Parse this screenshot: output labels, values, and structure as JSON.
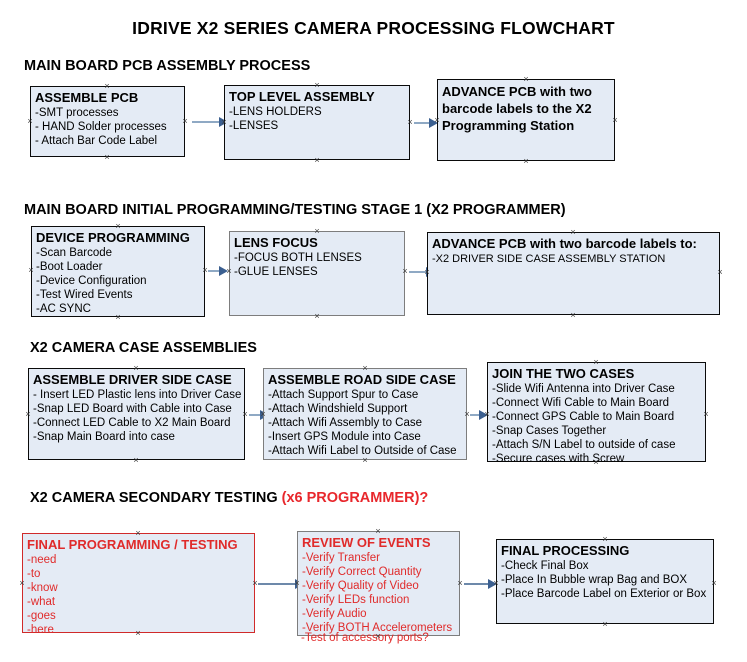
{
  "document": {
    "title": "IDRIVE X2  SERIES CAMERA PROCESSING FLOWCHART"
  },
  "colors": {
    "box_fill": "#e4ebf5",
    "border_dark": "#0a0a0a",
    "border_gray": "#7d7d7d",
    "border_red": "#d02a2a",
    "accent_red": "#e02b2b",
    "arrow": "#8fa9c4",
    "arrow_head": "#3b5f90",
    "text": "#000000",
    "background": "#ffffff"
  },
  "sections": [
    {
      "id": "main-board-pcb-assembly-process",
      "header": "MAIN BOARD PCB ASSEMBLY PROCESS",
      "header_accent": "",
      "nodes": [
        {
          "id": "assemble-pcb",
          "title": "ASSEMBLE PCB",
          "lines": [
            "-SMT processes",
            "- HAND Solder processes",
            "- Attach Bar Code Label"
          ]
        },
        {
          "id": "top-level-assembly",
          "title": "TOP LEVEL ASSEMBLY",
          "lines": [
            "-LENS HOLDERS",
            "-LENSES"
          ]
        },
        {
          "id": "advance-pcb-to-x2-programming-station",
          "title": "ADVANCE PCB with two barcode labels to the  X2 Programming Station",
          "lines": []
        }
      ]
    },
    {
      "id": "main-board-initial-programming-testing-stage-1",
      "header": "MAIN BOARD INITIAL PROGRAMMING/TESTING STAGE 1 (X2 PROGRAMMER)",
      "header_accent": "",
      "nodes": [
        {
          "id": "device-programming",
          "title": "DEVICE PROGRAMMING",
          "lines": [
            "-Scan Barcode",
            "-Boot Loader",
            "-Device Configuration",
            "-Test Wired Events",
            "-AC SYNC"
          ]
        },
        {
          "id": "lens-focus",
          "title": "LENS FOCUS",
          "lines": [
            "-FOCUS BOTH LENSES",
            "-GLUE LENSES"
          ]
        },
        {
          "id": "advance-pcb-to-driver-side-case-assembly",
          "title": "ADVANCE PCB with two barcode labels to:",
          "lines": [
            "-X2 DRIVER  SIDE  CASE  ASSEMBLY STATION"
          ]
        }
      ]
    },
    {
      "id": "x2-camera-case-assemblies",
      "header": "X2 CAMERA CASE ASSEMBLIES",
      "header_accent": "",
      "nodes": [
        {
          "id": "assemble-driver-side-case",
          "title": "ASSEMBLE DRIVER SIDE CASE",
          "lines": [
            "- Insert LED Plastic lens into Driver Case",
            "-Snap LED Board with Cable into Case",
            "-Connect LED Cable to X2 Main Board",
            "-Snap Main Board into case"
          ]
        },
        {
          "id": "assemble-road-side-case",
          "title": "ASSEMBLE ROAD SIDE CASE",
          "lines": [
            "-Attach Support Spur to Case",
            "-Attach Windshield Support",
            "-Attach Wifi Assembly to Case",
            "-Insert GPS Module into Case",
            "-Attach Wifi Label to Outside of Case"
          ]
        },
        {
          "id": "join-the-two-cases",
          "title": "JOIN THE TWO CASES",
          "lines": [
            "-Slide Wifi Antenna into Driver Case",
            "-Connect Wifi Cable to Main Board",
            "-Connect GPS Cable to Main Board",
            "-Snap Cases Together",
            "-Attach S/N Label to outside of case",
            "-Secure cases with Screw"
          ]
        }
      ]
    },
    {
      "id": "x2-camera-secondary-testing",
      "header": "X2 CAMERA SECONDARY TESTING ",
      "header_accent": "(x6 PROGRAMMER)?",
      "nodes": [
        {
          "id": "final-programming-testing",
          "title": "FINAL PROGRAMMING / TESTING",
          "lines": [
            "-need",
            "-to",
            "-know",
            "-what",
            "-goes",
            "-here"
          ]
        },
        {
          "id": "review-of-events",
          "title": "REVIEW OF EVENTS",
          "lines": [
            "-Verify Transfer",
            "-Verify Correct Quantity",
            "-Verify Quality of Video",
            "-Verify LEDs function",
            "-Verify Audio",
            "-Verify BOTH Accelerometers"
          ],
          "overflow_line": "-Test of accessory ports?"
        },
        {
          "id": "final-processing",
          "title": "FINAL PROCESSING",
          "lines": [
            " -Check Final Box",
            "-Place In Bubble wrap Bag and BOX",
            "-Place Barcode Label on Exterior or Box"
          ]
        }
      ]
    }
  ]
}
